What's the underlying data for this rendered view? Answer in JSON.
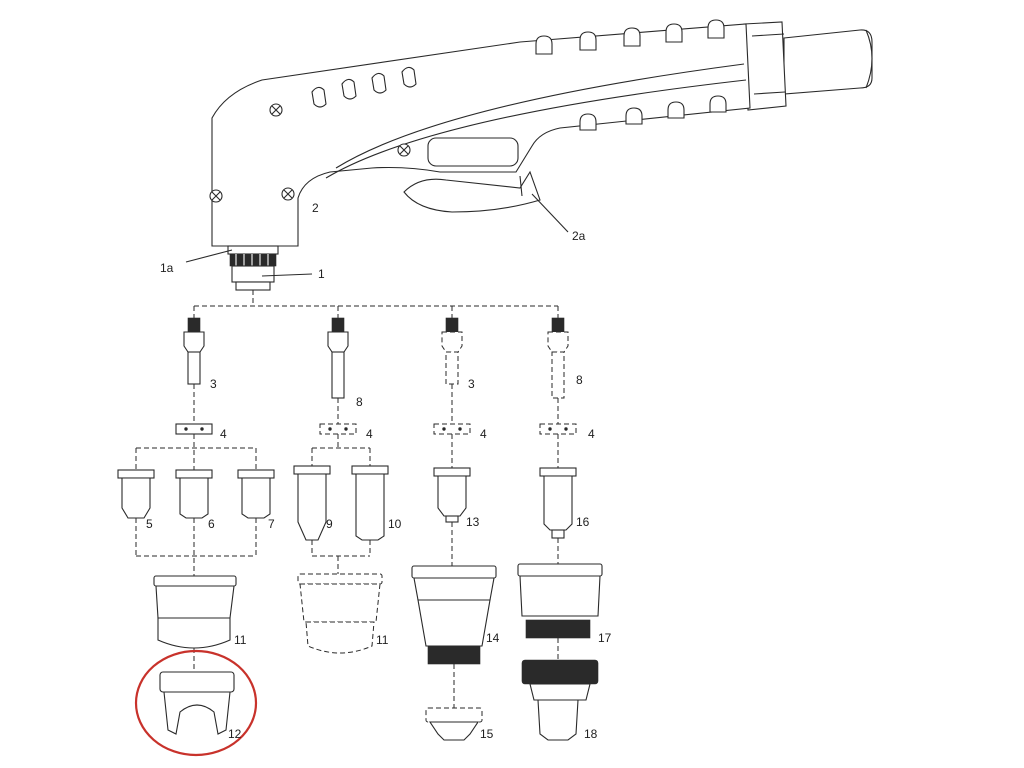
{
  "labels": {
    "torch_body": "2",
    "trigger": "2a",
    "o_ring": "1a",
    "swirl_ring_top": "1",
    "electrode_a": "3",
    "electrode_b": "8",
    "electrode_c": "3",
    "electrode_d": "8",
    "swirl_a": "4",
    "swirl_b": "4",
    "swirl_c": "4",
    "swirl_d": "4",
    "nozzle_5": "5",
    "nozzle_6": "6",
    "nozzle_7": "7",
    "nozzle_9": "9",
    "nozzle_10": "10",
    "nozzle_13": "13",
    "nozzle_16": "16",
    "cap_a": "11",
    "cap_b": "11",
    "retaining_cap_14": "14",
    "retaining_cap_17": "17",
    "spacer_guide_12": "12",
    "shield_15": "15",
    "gouging_18": "18"
  },
  "colors": {
    "line": "#2a2a2a",
    "highlight": "#c8322b",
    "background": "#ffffff"
  }
}
